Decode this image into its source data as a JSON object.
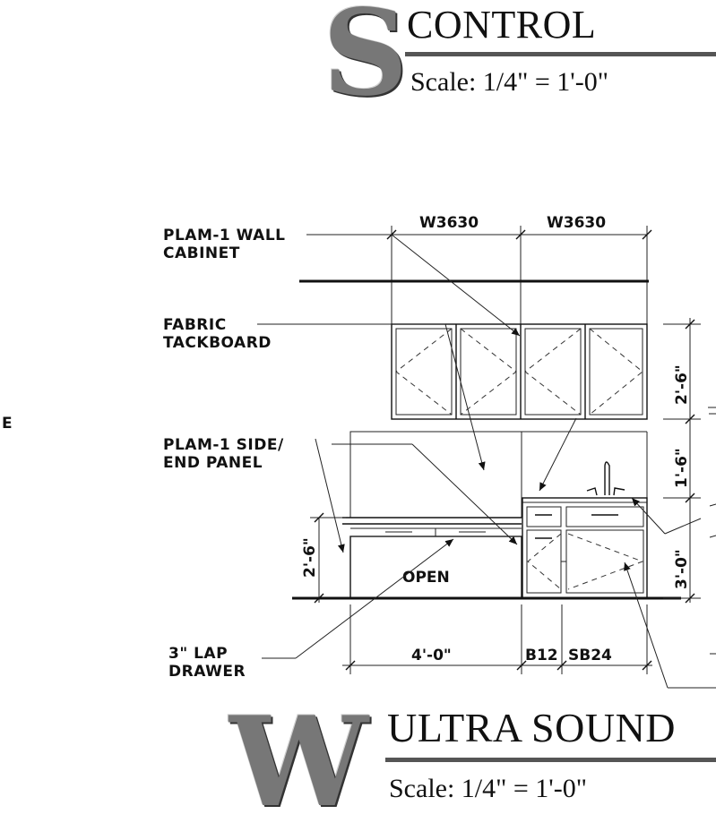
{
  "top_title": {
    "letter": "S",
    "title": "CONTROL",
    "scale": "Scale: 1/4\" = 1'-0\""
  },
  "bottom_title": {
    "letter": "W",
    "title": "ULTRA SOUND",
    "scale": "Scale: 1/4\" = 1'-0\""
  },
  "margin_fragments": {
    "left_char": "E"
  },
  "callouts": {
    "wall_cabinet_line1": "PLAM-1 WALL",
    "wall_cabinet_line2": "CABINET",
    "tackboard_line1": "FABRIC",
    "tackboard_line2": "TACKBOARD",
    "side_panel_line1": "PLAM-1 SIDE/",
    "side_panel_line2": "END PANEL",
    "lap_drawer_line1": "3\" LAP",
    "lap_drawer_line2": "DRAWER"
  },
  "cabinet_labels": {
    "top_left": "W3630",
    "top_right": "W3630",
    "open": "OPEN",
    "bottom_open_width": "4'-0\"",
    "base_b12": "B12",
    "base_sb24": "SB24"
  },
  "dimensions": {
    "left_counter_height": "2'-6\"",
    "upper_cabinet_height": "2'-6\"",
    "backsplash_height": "1'-6\"",
    "base_height": "3'-0\""
  }
}
